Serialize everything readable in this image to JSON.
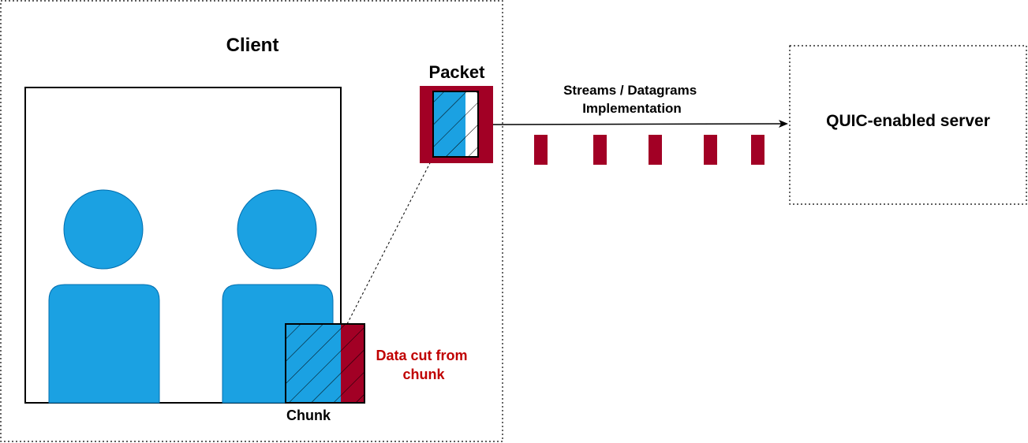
{
  "client": {
    "title": "Client"
  },
  "packet": {
    "label": "Packet"
  },
  "chunk": {
    "label": "Chunk",
    "cut_label": "Data cut from chunk",
    "cut_lines": [
      "Data cut from",
      "chunk"
    ]
  },
  "link": {
    "label_lines": [
      "Streams / Datagrams",
      "Implementation"
    ]
  },
  "server": {
    "label": "QUIC-enabled server"
  },
  "colors": {
    "blue": "#1ba1e2",
    "crimson": "#a20025",
    "cut_text": "#c00000",
    "border": "#000000"
  },
  "icons": {
    "users": [
      "user-icon",
      "user-icon"
    ],
    "packets_in_flight": 5
  }
}
